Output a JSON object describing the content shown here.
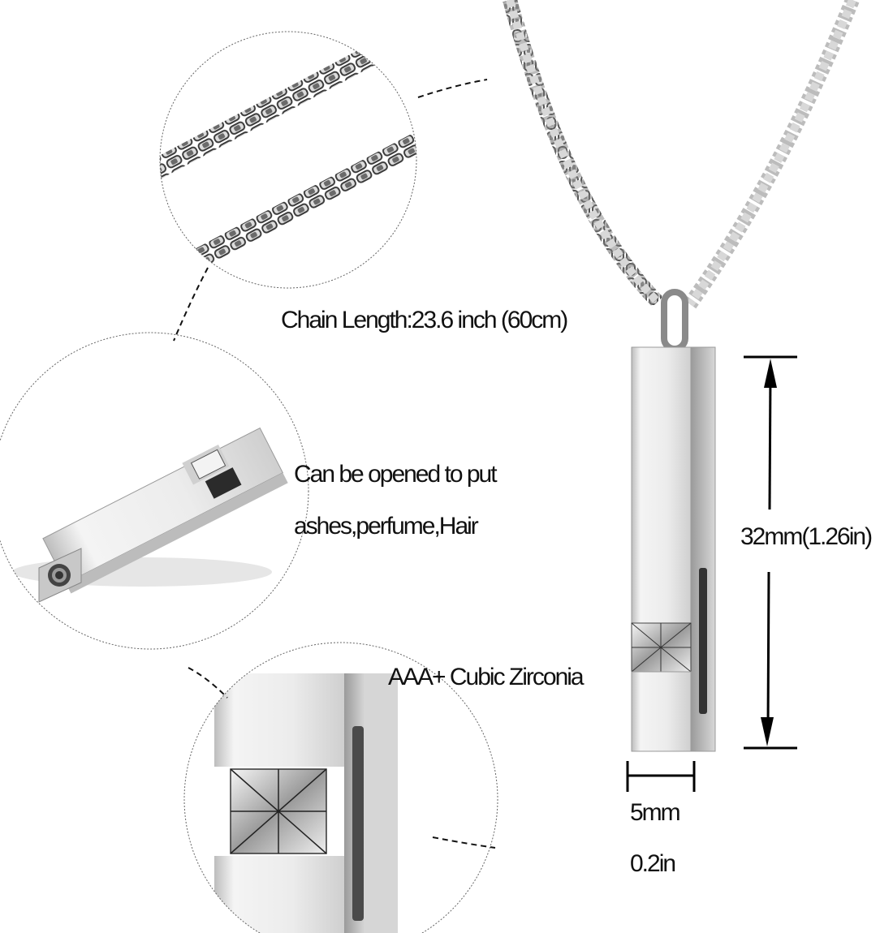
{
  "features": {
    "chain_length": "Chain Length:23.6 inch (60cm)",
    "openable_line1": "Can be opened to put",
    "openable_line2": "ashes,perfume,Hair",
    "stone": "AAA+ Cubic Zirconia"
  },
  "dimensions": {
    "height": "32mm(1.26in)",
    "width_mm": "5mm",
    "width_in": "0.2in"
  },
  "detail_callouts": [
    {
      "name": "chain-detail",
      "subject": "box chain close-up"
    },
    {
      "name": "pendant-open-detail",
      "subject": "pendant bar with screw opening"
    },
    {
      "name": "zirconia-detail",
      "subject": "square cubic zirconia stone setting"
    }
  ],
  "colors": {
    "background": "#ffffff",
    "text": "#111111",
    "steel_light": "#e8e8e8",
    "steel_mid": "#a8a8a8",
    "steel_dark": "#4a4a4a"
  }
}
